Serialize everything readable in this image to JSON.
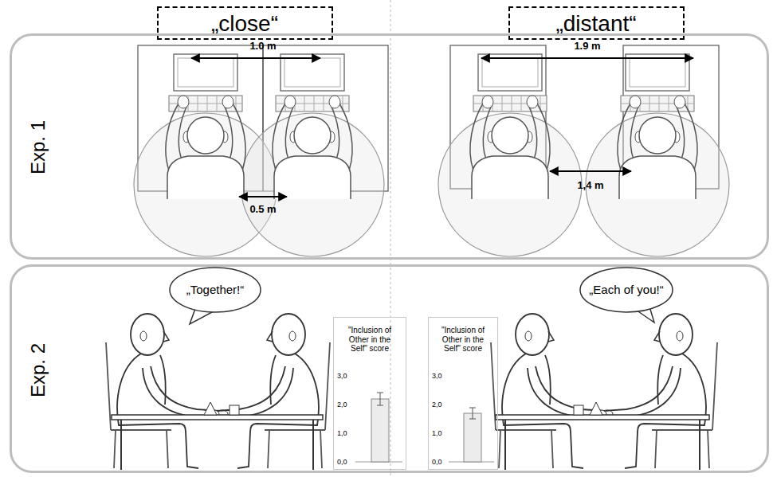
{
  "diagram": {
    "nodes": [
      {
        "text": [
          "„close“"
        ]
      },
      {
        "text": [
          "„distant“"
        ]
      },
      {
        "text": [
          "Exp. 1"
        ]
      },
      {
        "text": [
          "Exp. 2"
        ]
      },
      {
        "text": [
          "„Together!“"
        ],
        "in": 3
      },
      {
        "text": [
          "\"Inclusion of Other in the Self\" score",
          "3,0",
          "2,0",
          "1,0",
          "0,0"
        ],
        "in": 3
      },
      {
        "text": [
          "\"Inclusion of Other in the Self\" score",
          "3,0",
          "2,0",
          "1,0",
          "0,0"
        ],
        "in": 3
      },
      {
        "text": [
          "„Each of you!“"
        ],
        "in": 3
      }
    ],
    "labels": [
      "1.0 m",
      "0.5 m",
      "1.9 m",
      "1,4 m"
    ]
  }
}
